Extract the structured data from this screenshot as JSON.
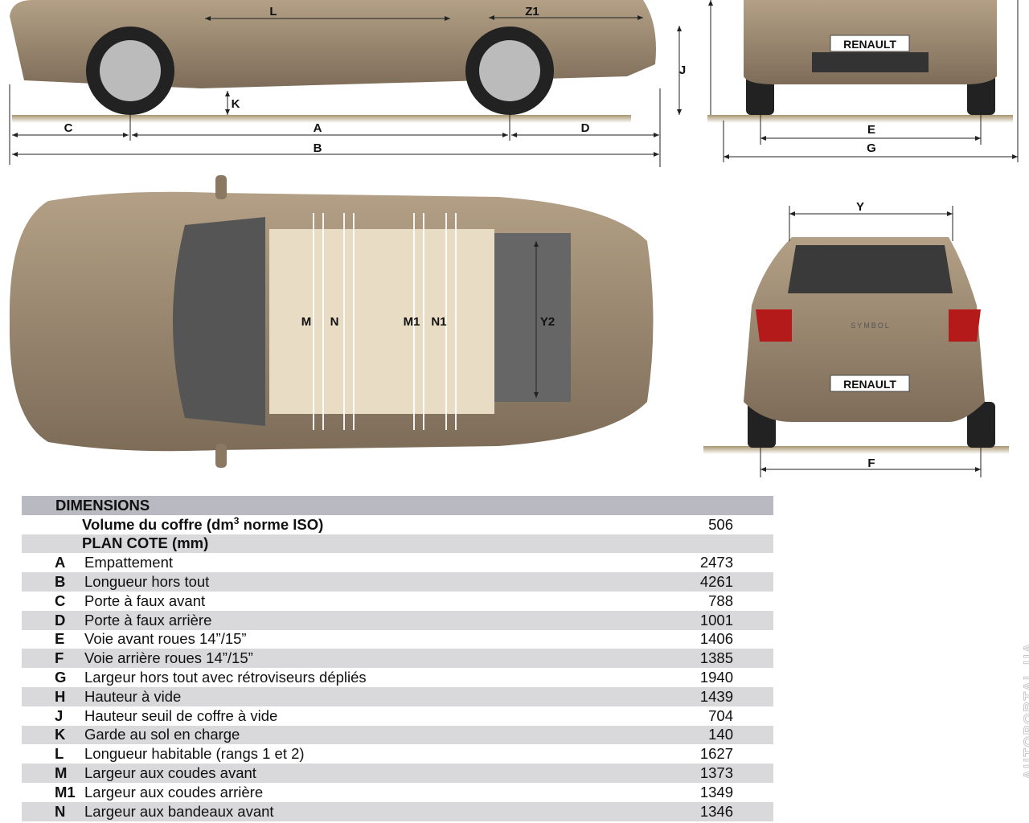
{
  "diagrams": {
    "side": {
      "labels": {
        "L": "L",
        "Z1": "Z1",
        "J": "J",
        "K": "K",
        "C": "C",
        "A": "A",
        "D": "D",
        "B": "B"
      }
    },
    "front": {
      "plate": "RENAULT",
      "labels": {
        "E": "E",
        "G": "G"
      }
    },
    "top": {
      "labels": {
        "M": "M",
        "N": "N",
        "M1": "M1",
        "N1": "N1",
        "Y2": "Y2"
      }
    },
    "rear": {
      "plate": "RENAULT",
      "badge": "SYMBOL",
      "labels": {
        "Y": "Y",
        "F": "F"
      }
    }
  },
  "table": {
    "title": "DIMENSIONS",
    "volume": {
      "label_pre": "Volume du coffre (dm",
      "sup": "3",
      "label_post": " norme ISO)",
      "value": "506"
    },
    "section": "PLAN COTE (mm)",
    "rows": [
      {
        "code": "A",
        "label": "Empattement",
        "value": "2473"
      },
      {
        "code": "B",
        "label": "Longueur hors tout",
        "value": "4261"
      },
      {
        "code": "C",
        "label": "Porte à faux avant",
        "value": "788"
      },
      {
        "code": "D",
        "label": "Porte à faux arrière",
        "value": "1001"
      },
      {
        "code": "E",
        "label": "Voie avant roues 14”/15”",
        "value": "1406"
      },
      {
        "code": "F",
        "label": "Voie arrière roues 14”/15”",
        "value": "1385"
      },
      {
        "code": "G",
        "label": "Largeur hors tout avec rétroviseurs dépliés",
        "value": "1940"
      },
      {
        "code": "H",
        "label": "Hauteur à vide",
        "value": "1439"
      },
      {
        "code": "J",
        "label": "Hauteur seuil de coffre à vide",
        "value": "704"
      },
      {
        "code": "K",
        "label": "Garde au sol en charge",
        "value": "140"
      },
      {
        "code": "L",
        "label": "Longueur habitable (rangs 1 et 2)",
        "value": "1627"
      },
      {
        "code": "M",
        "label": "Largeur aux coudes avant",
        "value": "1373"
      },
      {
        "code": "M1",
        "label": "Largeur aux coudes arrière",
        "value": "1349"
      },
      {
        "code": "N",
        "label": "Largeur aux bandeaux avant",
        "value": "1346"
      }
    ]
  },
  "watermark": "AUTOPORTAL.UA",
  "colors": {
    "body": "#9c8a73",
    "ground": "#c9b79a",
    "row_alt": "#d9d9dc",
    "header": "#b9b9c1"
  }
}
